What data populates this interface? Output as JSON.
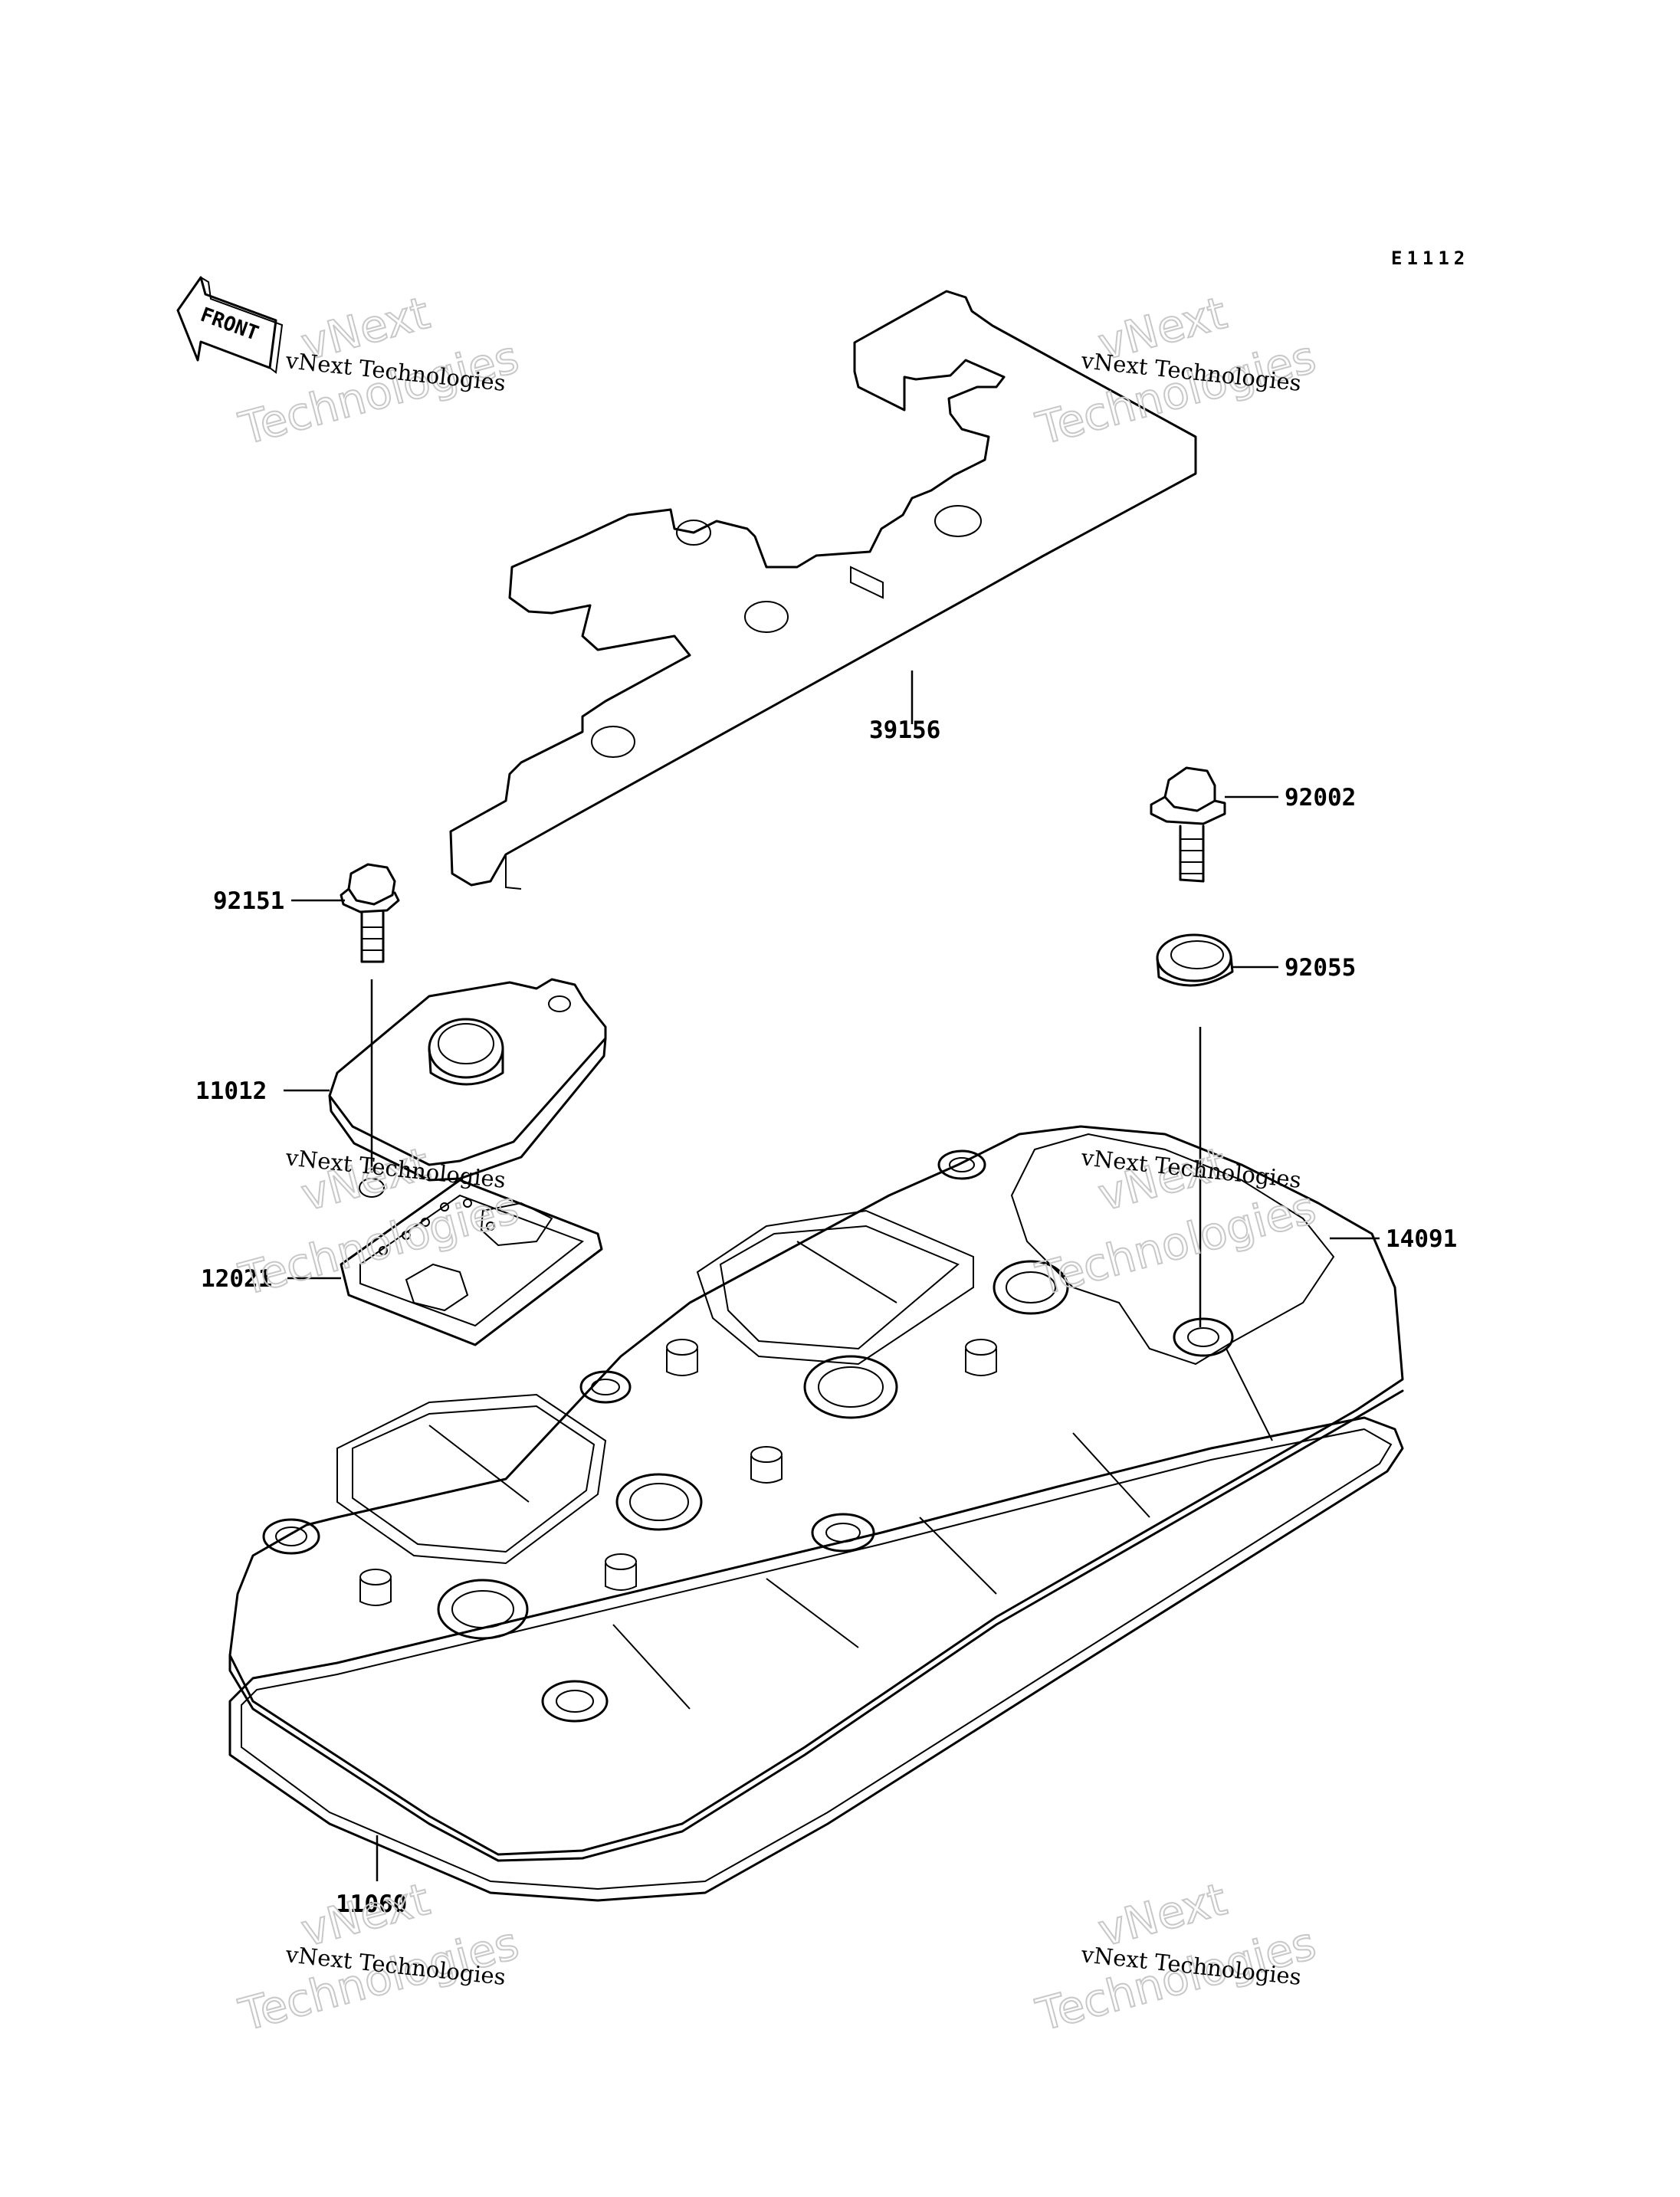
{
  "diagram": {
    "code": "E1112",
    "front_label": "FRONT",
    "parts": [
      {
        "id": "39156",
        "name": "part-39156"
      },
      {
        "id": "92002",
        "name": "part-92002"
      },
      {
        "id": "92151",
        "name": "part-92151"
      },
      {
        "id": "92055",
        "name": "part-92055"
      },
      {
        "id": "11012",
        "name": "part-11012"
      },
      {
        "id": "12021",
        "name": "part-12021"
      },
      {
        "id": "14091",
        "name": "part-14091"
      },
      {
        "id": "11060",
        "name": "part-11060"
      }
    ]
  },
  "watermark": {
    "line1": "vNext Technologies",
    "big1": "vNext",
    "big2": "Technologies"
  }
}
